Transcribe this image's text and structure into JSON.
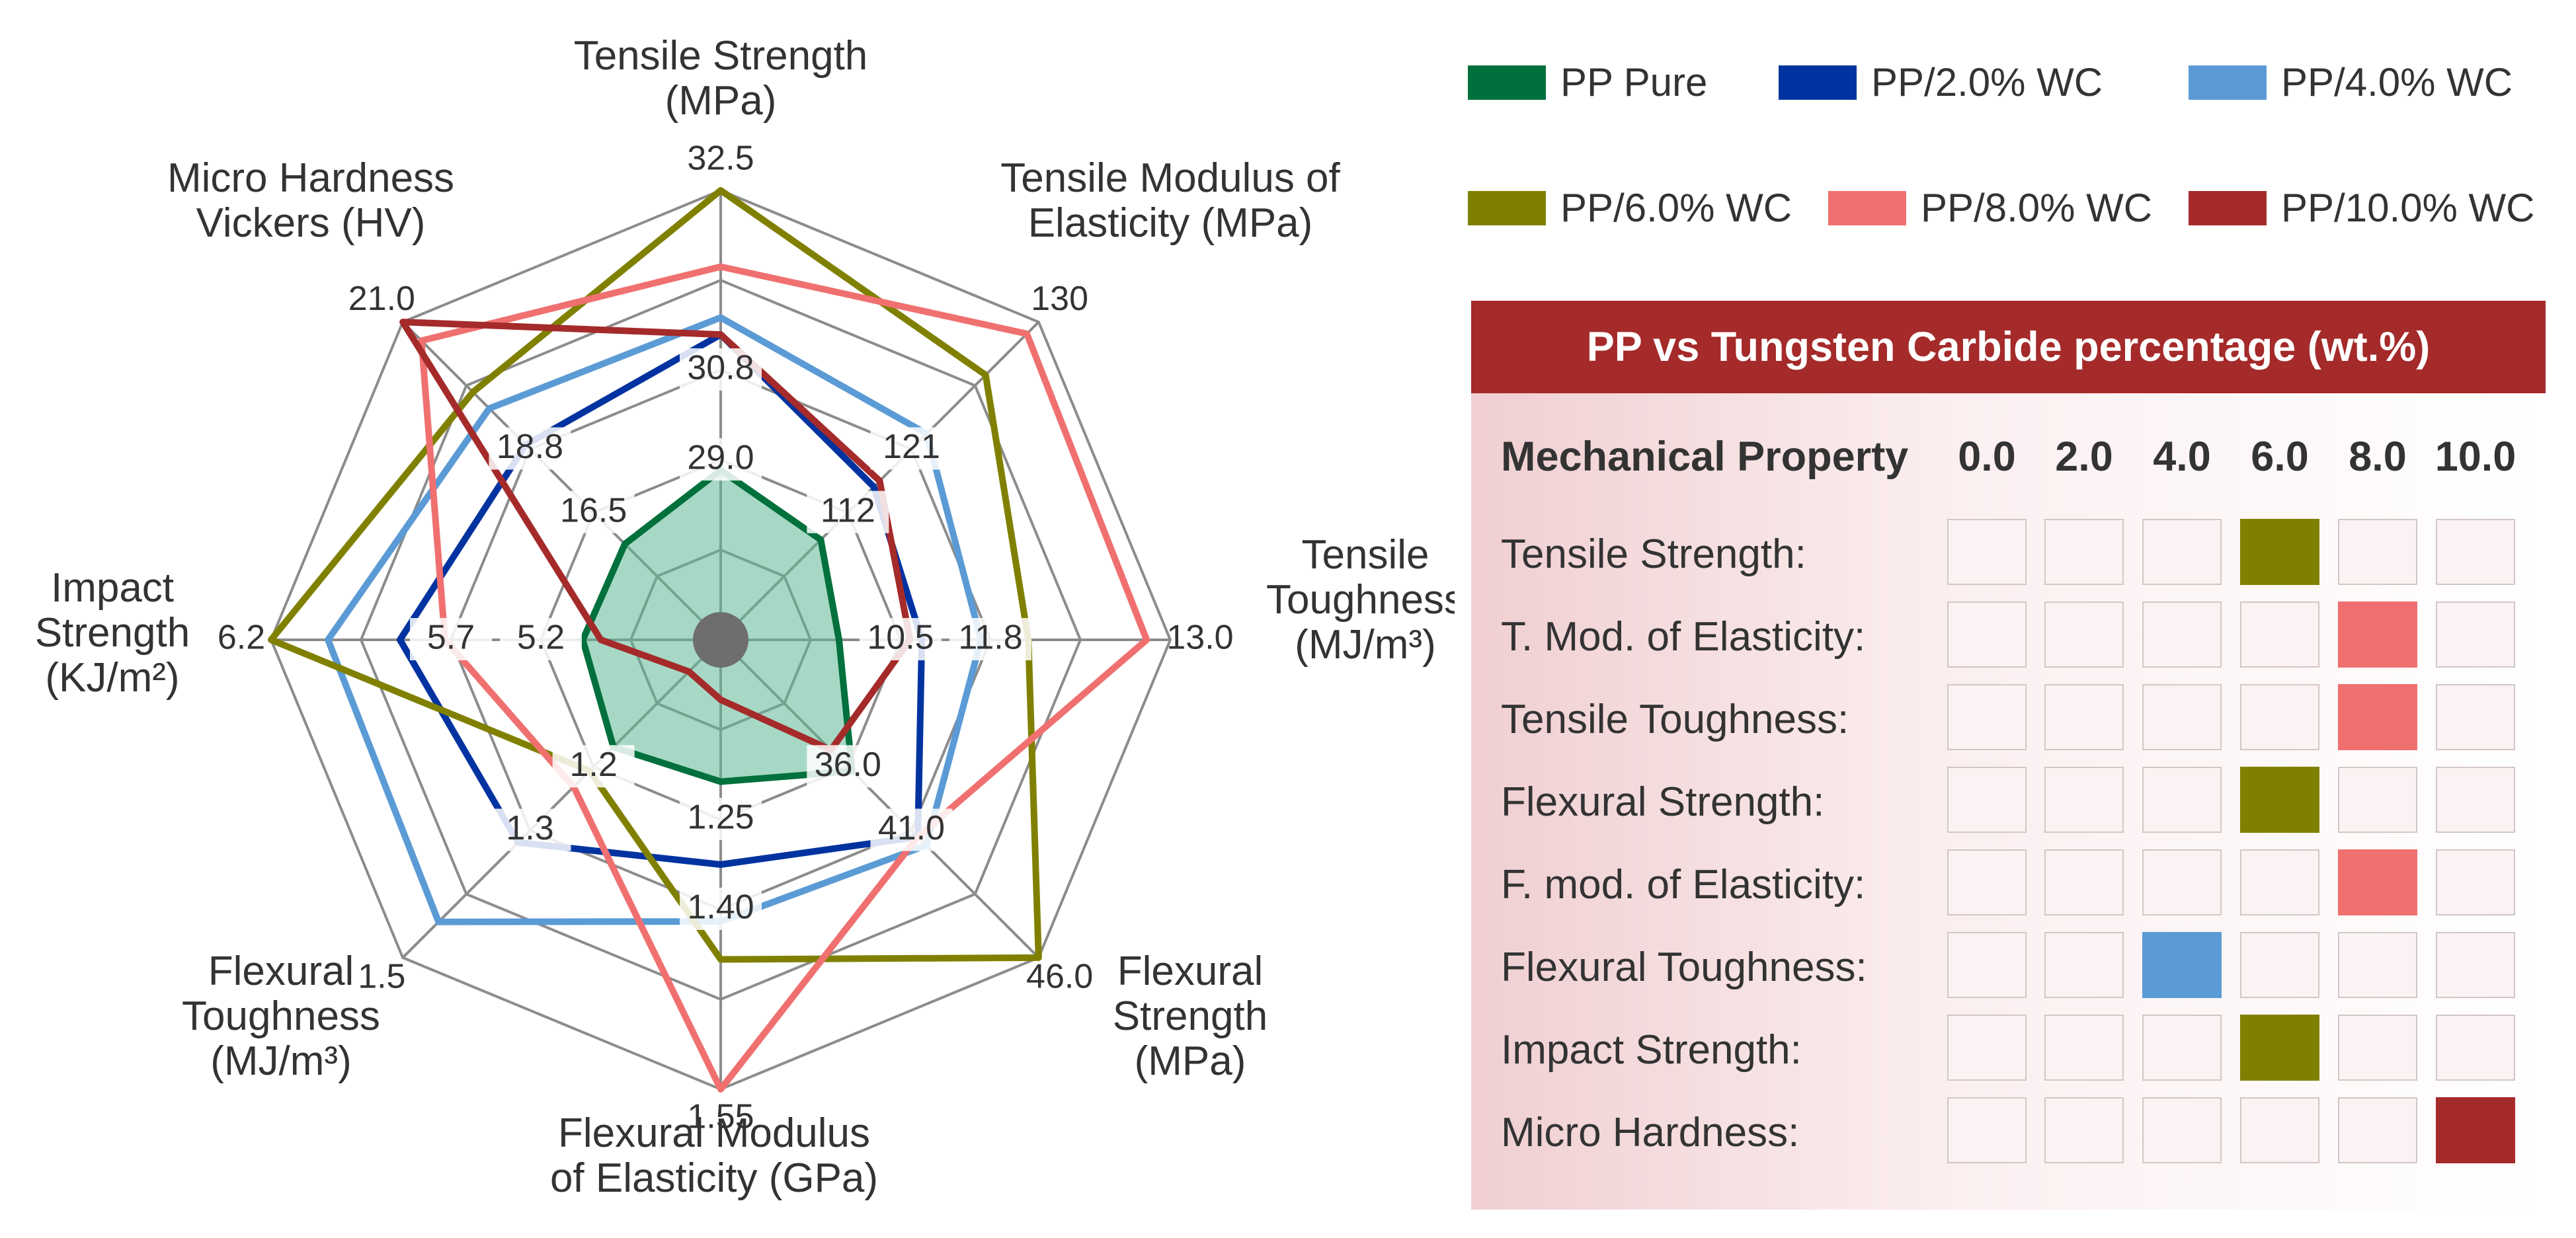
{
  "chart_data": {
    "type": "radar",
    "axes": [
      {
        "key": "ts",
        "label": [
          "Tensile Strength",
          "(MPa)"
        ],
        "ticks": [
          "29.0",
          "30.8",
          "32.5"
        ]
      },
      {
        "key": "tm",
        "label": [
          "Tensile Modulus of",
          "Elasticity (MPa)"
        ],
        "ticks": [
          "112",
          "121",
          "130"
        ]
      },
      {
        "key": "tt",
        "label": [
          "Tensile",
          "Toughness",
          "(MJ/m³)"
        ],
        "ticks": [
          "10.5",
          "11.8",
          "13.0"
        ]
      },
      {
        "key": "fs",
        "label": [
          "Flexural",
          "Strength",
          "(MPa)"
        ],
        "ticks": [
          "36.0",
          "41.0",
          "46.0"
        ]
      },
      {
        "key": "fm",
        "label": [
          "Flexural Modulus",
          "of Elasticity (GPa)"
        ],
        "ticks": [
          "1.25",
          "1.40",
          "1.55"
        ]
      },
      {
        "key": "ft",
        "label": [
          "Flexural",
          "Toughness",
          "(MJ/m³)"
        ],
        "ticks": [
          "1.2",
          "1.3",
          "1.5"
        ]
      },
      {
        "key": "is",
        "label": [
          "Impact",
          "Strength",
          "(KJ/m²)"
        ],
        "ticks": [
          "5.2",
          "5.7",
          "6.2"
        ]
      },
      {
        "key": "mh",
        "label": [
          "Micro Hardness",
          "Vickers (HV)"
        ],
        "ticks": [
          "16.5",
          "18.8",
          "21.0"
        ]
      }
    ],
    "axis_min": [
      27.2,
      103,
      9.2,
      31.0,
      1.1,
      1.1,
      4.7,
      14.2
    ],
    "axis_max": [
      32.5,
      130,
      13.0,
      46.0,
      1.55,
      1.5,
      6.2,
      21.0
    ],
    "series": [
      {
        "name": "PP Pure",
        "color": "#00703c",
        "fill": "#5cb896",
        "values": [
          29.2,
          111.5,
          10.2,
          37.2,
          1.242,
          1.235,
          5.16,
          16.25
        ]
      },
      {
        "name": "PP/2.0% WC",
        "color": "#0033a0",
        "values": [
          30.8,
          116.0,
          10.9,
          40.3,
          1.325,
          1.355,
          5.77,
          18.37
        ]
      },
      {
        "name": "PP/4.0% WC",
        "color": "#5b9bd5",
        "values": [
          31.0,
          120.5,
          11.4,
          40.7,
          1.382,
          1.455,
          6.01,
          19.15
        ]
      },
      {
        "name": "PP/6.0% WC",
        "color": "#808000",
        "values": [
          32.5,
          125.5,
          11.8,
          46.0,
          1.42,
          1.265,
          6.2,
          19.5
        ]
      },
      {
        "name": "PP/8.0% WC",
        "color": "#f07070",
        "values": [
          31.6,
          129.0,
          12.8,
          40.3,
          1.55,
          1.285,
          5.62,
          20.6
        ]
      },
      {
        "name": "PP/10.0% WC",
        "color": "#a52a2a",
        "values": [
          30.8,
          116.5,
          10.8,
          36.2,
          1.16,
          1.14,
          5.1,
          21.0
        ]
      }
    ],
    "grid": true
  },
  "legend": [
    {
      "name": "PP Pure",
      "color": "#00703c"
    },
    {
      "name": "PP/2.0% WC",
      "color": "#0033a0"
    },
    {
      "name": "PP/4.0% WC",
      "color": "#5b9bd5"
    },
    {
      "name": "PP/6.0% WC",
      "color": "#808000"
    },
    {
      "name": "PP/8.0% WC",
      "color": "#f07070"
    },
    {
      "name": "PP/10.0% WC",
      "color": "#a52a2a"
    }
  ],
  "panel": {
    "title": "PP vs Tungsten Carbide percentage (wt.%)",
    "header_label": "Mechanical Property",
    "columns": [
      "0.0",
      "2.0",
      "4.0",
      "6.0",
      "8.0",
      "10.0"
    ],
    "rows": [
      {
        "label": "Tensile Strength:",
        "best": 3
      },
      {
        "label": "T. Mod. of Elasticity:",
        "best": 4
      },
      {
        "label": "Tensile Toughness:",
        "best": 4
      },
      {
        "label": "Flexural Strength:",
        "best": 3
      },
      {
        "label": "F. mod. of Elasticity:",
        "best": 4
      },
      {
        "label": "Flexural Toughness:",
        "best": 2
      },
      {
        "label": "Impact Strength:",
        "best": 3
      },
      {
        "label": "Micro Hardness:",
        "best": 5
      }
    ],
    "colors": {
      "header_bg": "#a52a2a",
      "cell_empty": "#fbf3f3"
    }
  }
}
